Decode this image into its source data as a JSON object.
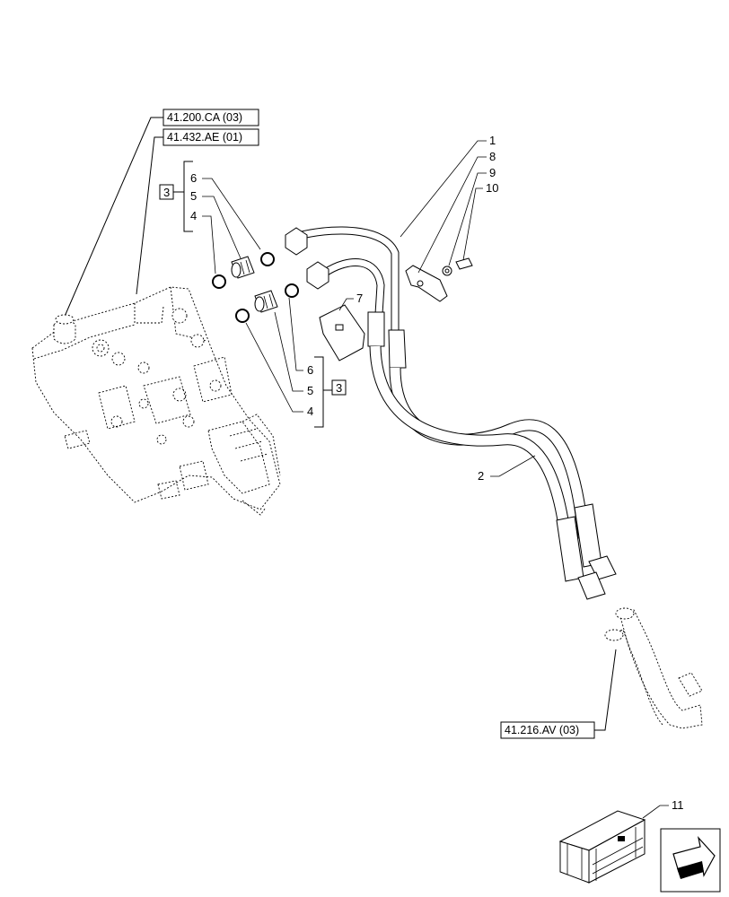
{
  "references": {
    "ref_1": "41.200.CA (03)",
    "ref_2": "41.432.AE (01)",
    "ref_3": "41.216.AV (03)"
  },
  "callouts": {
    "c1": "1",
    "c2": "2",
    "c3_top": "3",
    "c3_bottom": "3",
    "c4_top": "4",
    "c4_bottom": "4",
    "c5_top": "5",
    "c5_bottom": "5",
    "c6_top": "6",
    "c6_bottom": "6",
    "c7": "7",
    "c8": "8",
    "c9": "9",
    "c10": "10",
    "c11": "11"
  },
  "icons": {
    "crate": "kit-crate-icon",
    "nav": "next-page-arrow-icon"
  }
}
